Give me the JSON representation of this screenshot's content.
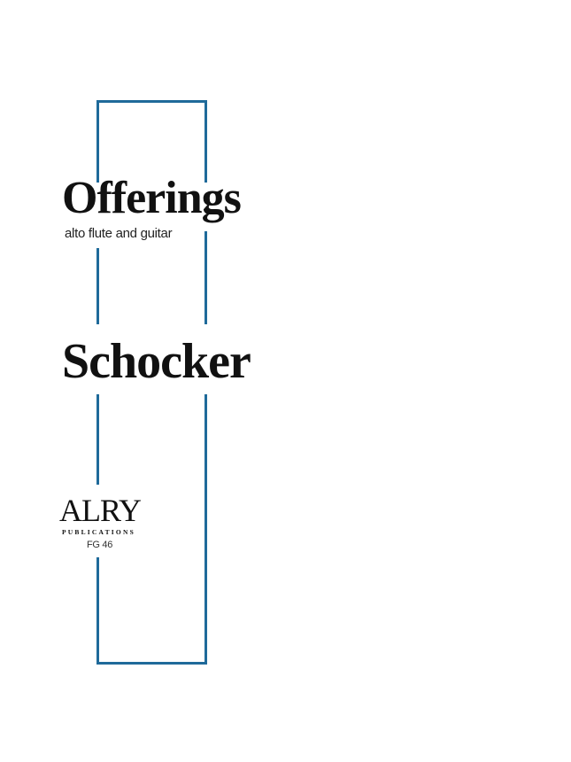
{
  "cover": {
    "title": "Offerings",
    "subtitle": "alto flute and guitar",
    "composer": "Schocker",
    "publisher_logo": "ALRY",
    "publisher_sub": "PUBLICATIONS",
    "catalog_number": "FG 46",
    "frame_color": "#1f6a9a"
  }
}
